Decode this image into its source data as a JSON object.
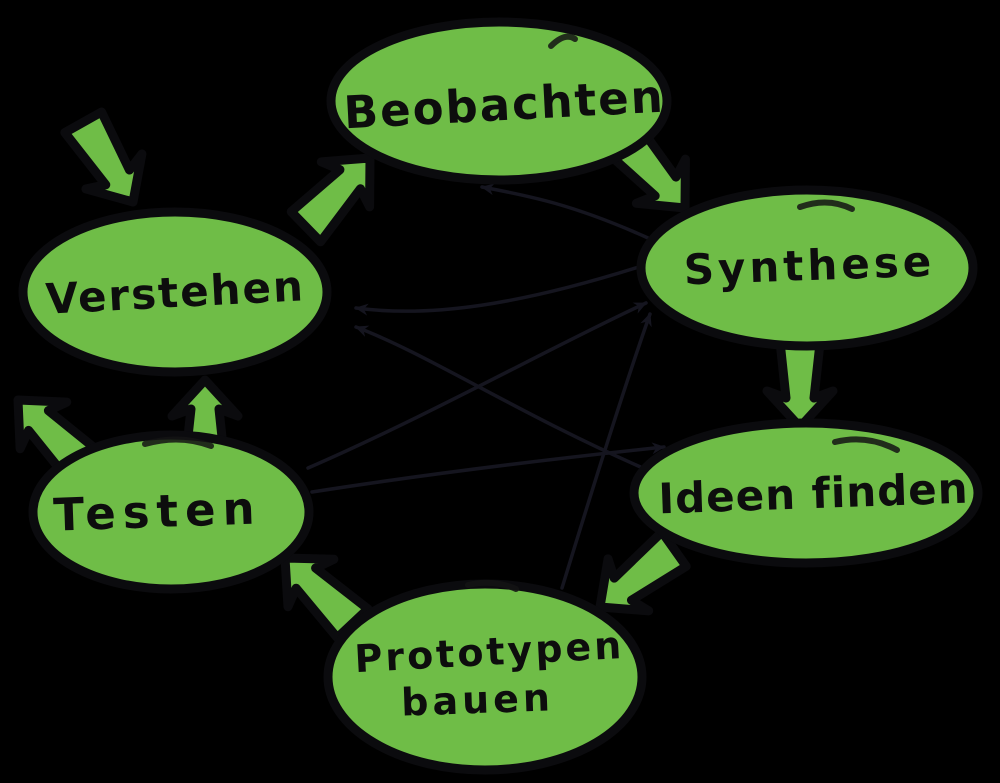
{
  "diagram": {
    "type": "process-cycle",
    "language": "de",
    "background_color": "#000000",
    "node_fill_color": "#6fbd47",
    "node_outline_color": "#0b0b0e",
    "label_color": "#0d0d0d",
    "nodes": [
      {
        "id": "beobachten",
        "label": "Beobachten"
      },
      {
        "id": "synthese",
        "label": "Synthese"
      },
      {
        "id": "ideen-finden",
        "label": "Ideen finden"
      },
      {
        "id": "prototypen-bauen",
        "label": "Prototypen bauen",
        "line1": "Prototypen",
        "line2": "bauen"
      },
      {
        "id": "testen",
        "label": "Testen"
      },
      {
        "id": "verstehen",
        "label": "Verstehen"
      }
    ],
    "cycle_arrows": [
      {
        "from": "start",
        "to": "verstehen",
        "style": "fat-green"
      },
      {
        "from": "verstehen",
        "to": "beobachten",
        "style": "fat-green"
      },
      {
        "from": "beobachten",
        "to": "synthese",
        "style": "fat-green"
      },
      {
        "from": "synthese",
        "to": "ideen-finden",
        "style": "fat-green"
      },
      {
        "from": "ideen-finden",
        "to": "prototypen-bauen",
        "style": "fat-green"
      },
      {
        "from": "prototypen-bauen",
        "to": "testen",
        "style": "fat-green"
      },
      {
        "from": "testen",
        "to": "verstehen",
        "style": "fat-green"
      },
      {
        "from": "testen",
        "to": "end",
        "style": "fat-green"
      }
    ],
    "feedback_arrows": [
      {
        "from": "synthese",
        "to": "verstehen",
        "style": "thin-dark"
      },
      {
        "from": "synthese",
        "to": "beobachten",
        "style": "thin-dark"
      },
      {
        "from": "ideen-finden",
        "to": "verstehen",
        "style": "thin-dark"
      },
      {
        "from": "testen",
        "to": "ideen-finden",
        "style": "thin-dark"
      },
      {
        "from": "testen",
        "to": "synthese",
        "style": "thin-dark"
      },
      {
        "from": "prototypen-bauen",
        "to": "synthese",
        "style": "thin-dark"
      }
    ]
  }
}
